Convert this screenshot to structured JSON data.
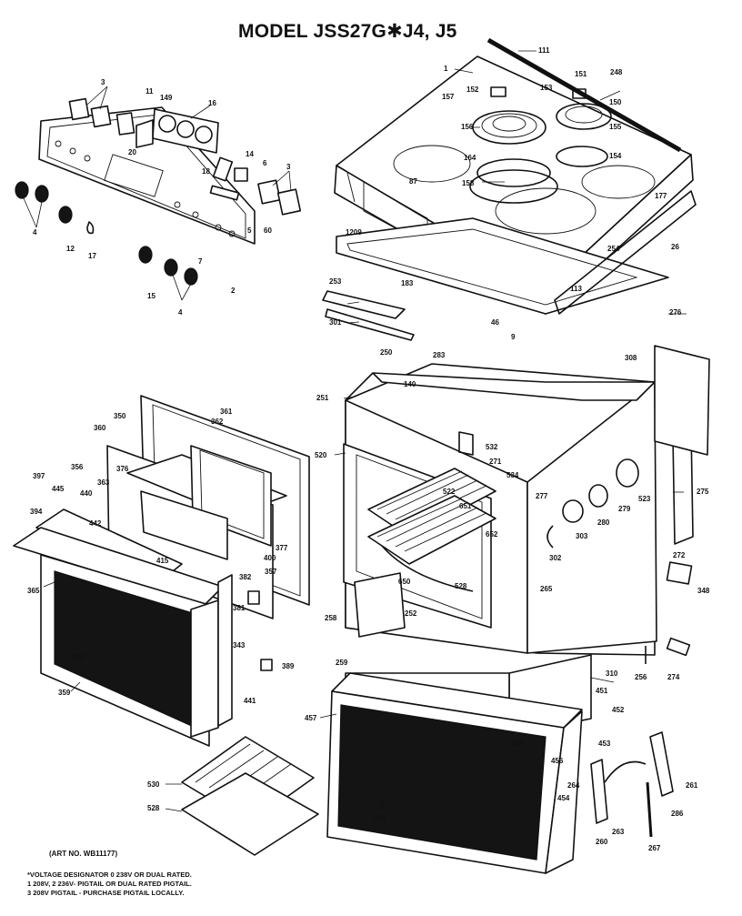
{
  "title": "MODEL JSS27G✱J4, J5",
  "art_no": "(ART NO. WB11177)",
  "notes": [
    "*VOLTAGE DESIGNATOR 0  238V OR DUAL RATED.",
    " 1  208V, 2  236V- PIGTAIL OR DUAL RATED PIGTAIL.",
    " 3  208V  PIGTAIL - PURCHASE PIGTAIL LOCALLY."
  ],
  "labels": [
    {
      "t": "3"
    },
    {
      "t": "11"
    },
    {
      "t": "149"
    },
    {
      "t": "16"
    },
    {
      "t": "20"
    },
    {
      "t": "14"
    },
    {
      "t": "18"
    },
    {
      "t": "6"
    },
    {
      "t": "3"
    },
    {
      "t": "5"
    },
    {
      "t": "60"
    },
    {
      "t": "4"
    },
    {
      "t": "12"
    },
    {
      "t": "17"
    },
    {
      "t": "7"
    },
    {
      "t": "15"
    },
    {
      "t": "4"
    },
    {
      "t": "2"
    },
    {
      "t": "111"
    },
    {
      "t": "1"
    },
    {
      "t": "151"
    },
    {
      "t": "248"
    },
    {
      "t": "152"
    },
    {
      "t": "153"
    },
    {
      "t": "157"
    },
    {
      "t": "150"
    },
    {
      "t": "156"
    },
    {
      "t": "155"
    },
    {
      "t": "164"
    },
    {
      "t": "154"
    },
    {
      "t": "158"
    },
    {
      "t": "87"
    },
    {
      "t": "177"
    },
    {
      "t": "1209"
    },
    {
      "t": "254"
    },
    {
      "t": "26"
    },
    {
      "t": "253"
    },
    {
      "t": "183"
    },
    {
      "t": "113"
    },
    {
      "t": "301"
    },
    {
      "t": "46"
    },
    {
      "t": "9"
    },
    {
      "t": "276"
    },
    {
      "t": "250"
    },
    {
      "t": "283"
    },
    {
      "t": "308"
    },
    {
      "t": "251"
    },
    {
      "t": "140"
    },
    {
      "t": "520"
    },
    {
      "t": "532"
    },
    {
      "t": "271"
    },
    {
      "t": "534"
    },
    {
      "t": "522"
    },
    {
      "t": "277"
    },
    {
      "t": "651"
    },
    {
      "t": "523"
    },
    {
      "t": "279"
    },
    {
      "t": "280"
    },
    {
      "t": "275"
    },
    {
      "t": "303"
    },
    {
      "t": "652"
    },
    {
      "t": "302"
    },
    {
      "t": "272"
    },
    {
      "t": "650"
    },
    {
      "t": "528"
    },
    {
      "t": "265"
    },
    {
      "t": "348"
    },
    {
      "t": "350"
    },
    {
      "t": "361"
    },
    {
      "t": "362"
    },
    {
      "t": "360"
    },
    {
      "t": "376"
    },
    {
      "t": "356"
    },
    {
      "t": "397"
    },
    {
      "t": "445"
    },
    {
      "t": "363"
    },
    {
      "t": "440"
    },
    {
      "t": "394"
    },
    {
      "t": "442"
    },
    {
      "t": "377"
    },
    {
      "t": "400"
    },
    {
      "t": "415"
    },
    {
      "t": "357"
    },
    {
      "t": "382"
    },
    {
      "t": "365"
    },
    {
      "t": "381"
    },
    {
      "t": "258"
    },
    {
      "t": "252"
    },
    {
      "t": "343"
    },
    {
      "t": "259"
    },
    {
      "t": "358"
    },
    {
      "t": "256"
    },
    {
      "t": "274"
    },
    {
      "t": "389"
    },
    {
      "t": "310"
    },
    {
      "t": "359"
    },
    {
      "t": "441"
    },
    {
      "t": "451"
    },
    {
      "t": "457"
    },
    {
      "t": "452"
    },
    {
      "t": "386"
    },
    {
      "t": "453"
    },
    {
      "t": "456"
    },
    {
      "t": "264"
    },
    {
      "t": "261"
    },
    {
      "t": "530"
    },
    {
      "t": "454"
    },
    {
      "t": "528"
    },
    {
      "t": "286"
    },
    {
      "t": "458"
    },
    {
      "t": "263"
    },
    {
      "t": "260"
    },
    {
      "t": "267"
    }
  ]
}
